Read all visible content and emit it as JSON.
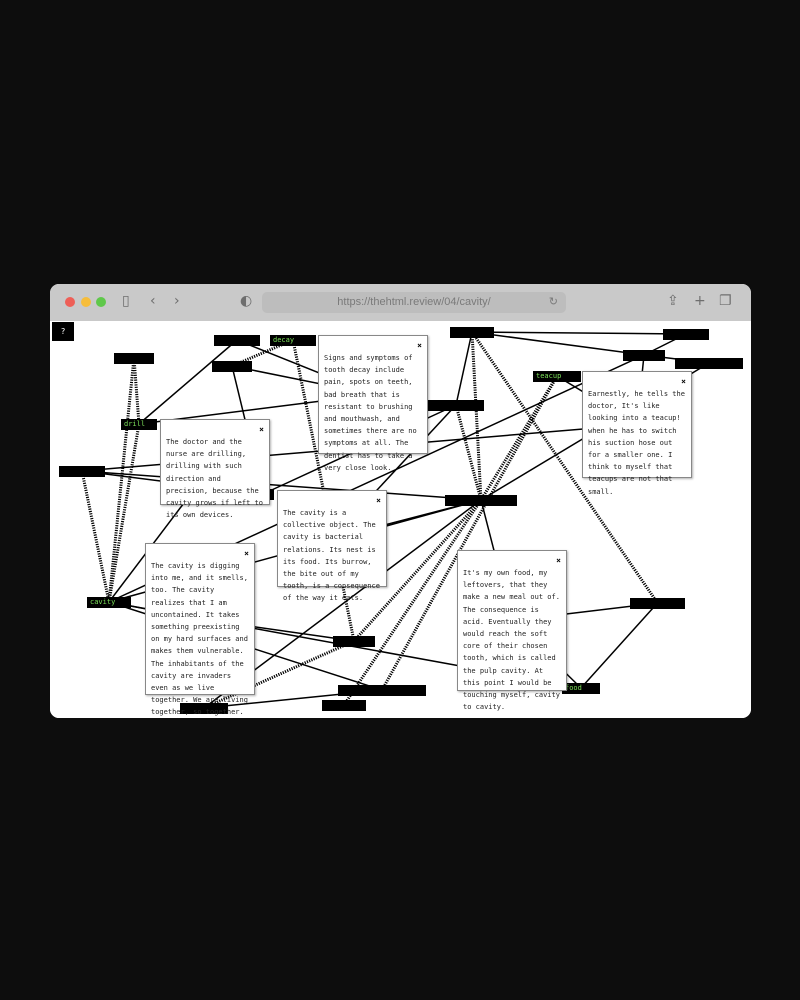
{
  "browser": {
    "url": "https://thehtml.review/04/cavity/",
    "traffic_lights": [
      "#ee5f57",
      "#f6bd3b",
      "#5fc84a"
    ]
  },
  "help_label": "?",
  "nodes": [
    {
      "label": ""
    },
    {
      "label": ""
    },
    {
      "label": "decay"
    },
    {
      "label": ""
    },
    {
      "label": ""
    },
    {
      "label": ""
    },
    {
      "label": ""
    },
    {
      "label": ""
    },
    {
      "label": "teacup"
    },
    {
      "label": "drill"
    },
    {
      "label": ""
    },
    {
      "label": ""
    },
    {
      "label": ""
    },
    {
      "label": ""
    },
    {
      "label": "cavity"
    },
    {
      "label": ""
    },
    {
      "label": ""
    },
    {
      "label": ""
    },
    {
      "label": "food"
    },
    {
      "label": ""
    },
    {
      "label": ""
    }
  ],
  "cards": [
    {
      "close": "×",
      "text": "Signs and symptoms of tooth decay include pain, spots on teeth, bad breath that is resistant to brushing and mouthwash, and sometimes there are no symptoms at all. The dentist has to take a very close look."
    },
    {
      "close": "×",
      "text": "Earnestly, he tells the doctor, It's like looking into a teacup! when he has to switch his suction hose out for a smaller one. I think to myself that teacups are not that small."
    },
    {
      "close": "×",
      "text": "The doctor and the nurse are drilling, drilling with such direction and precision, because the cavity grows if left to its own devices."
    },
    {
      "close": "×",
      "text": "The cavity is a collective object. The cavity is bacterial relations. Its nest is its food. Its burrow, the bite out of my tooth, is a consequence of the way it eats."
    },
    {
      "close": "×",
      "text": "The cavity is digging into me, and it smells, too. The cavity realizes that I am uncontained. It takes something preexisting on my hard surfaces and makes them vulnerable. The inhabitants of the cavity are invaders even as we live together. We are living together, so together."
    },
    {
      "close": "×",
      "text": "It's my own food, my leftovers, that they make a new meal out of. The consequence is acid. Eventually they would reach the soft core of their chosen tooth, which is called the pulp cavity. At this point I would be touching myself, cavity to cavity."
    }
  ],
  "colors": {
    "node_text": "#7ce05a",
    "node_bg": "#000000",
    "background": "#0d0d0d"
  }
}
